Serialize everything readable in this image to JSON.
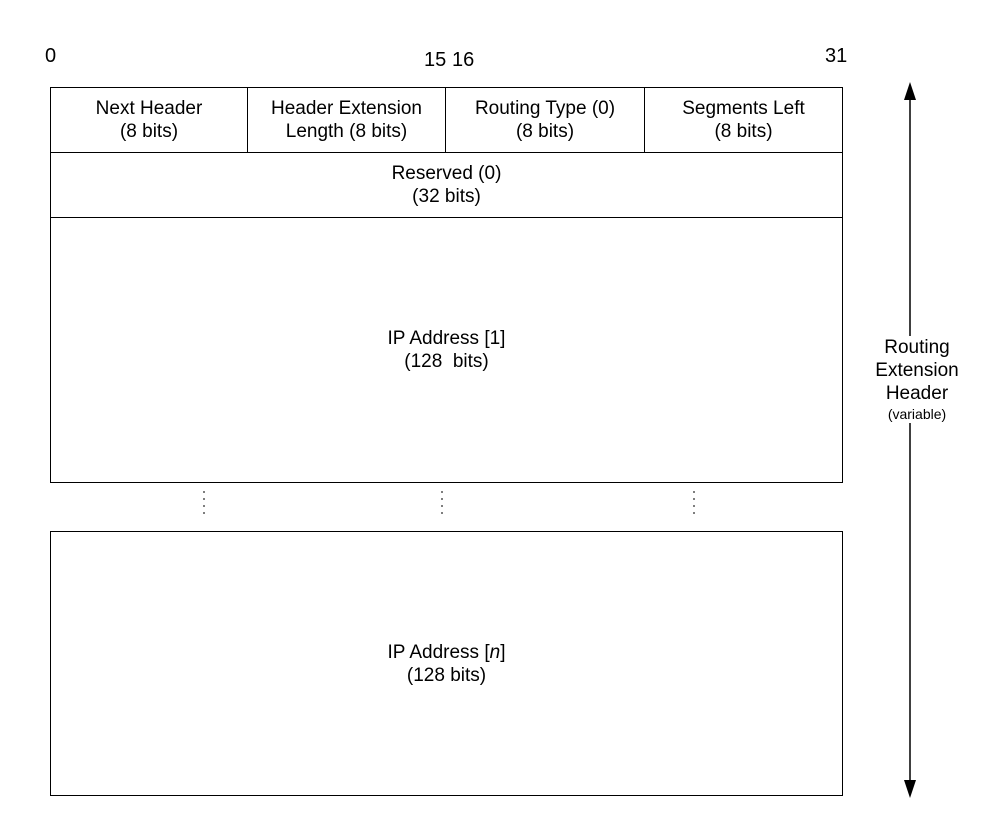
{
  "bit_labels": {
    "start": "0",
    "mid_left": "15",
    "mid_right": "16",
    "end": "31"
  },
  "row1": [
    {
      "line1": "Next Header",
      "line2": "(8 bits)"
    },
    {
      "line1": "Header Extension",
      "line2": "Length (8 bits)"
    },
    {
      "line1": "Routing Type (0)",
      "line2": "(8 bits)"
    },
    {
      "line1": "Segments Left",
      "line2": "(8 bits)"
    }
  ],
  "reserved": {
    "line1": "Reserved (0)",
    "line2": "(32 bits)"
  },
  "ip_first": {
    "line1": "IP Address [1]",
    "line2": "(128  bits)"
  },
  "ip_last": {
    "prefix": "IP Address [",
    "index": "n",
    "suffix": "]",
    "line2": "(128 bits)"
  },
  "side": {
    "line1": "Routing",
    "line2": "Extension",
    "line3": "Header",
    "line4": "(variable)"
  },
  "colors": {
    "stroke": "#000000",
    "background": "#ffffff"
  }
}
